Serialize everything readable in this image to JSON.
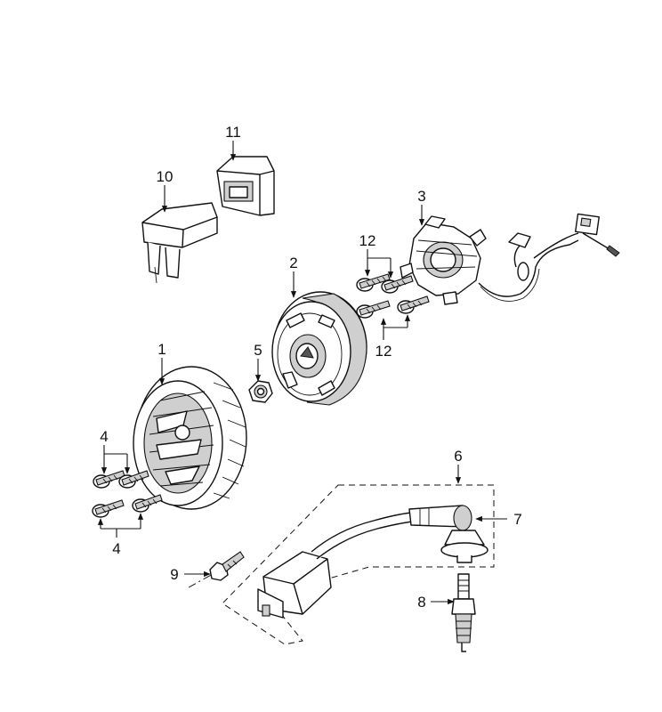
{
  "diagram": {
    "callouts": [
      {
        "id": "c1",
        "label": "1"
      },
      {
        "id": "c2",
        "label": "2"
      },
      {
        "id": "c3",
        "label": "3"
      },
      {
        "id": "c4a",
        "label": "4"
      },
      {
        "id": "c4b",
        "label": "4"
      },
      {
        "id": "c5",
        "label": "5"
      },
      {
        "id": "c6",
        "label": "6"
      },
      {
        "id": "c7",
        "label": "7"
      },
      {
        "id": "c8",
        "label": "8"
      },
      {
        "id": "c9",
        "label": "9"
      },
      {
        "id": "c10",
        "label": "10"
      },
      {
        "id": "c11",
        "label": "11"
      },
      {
        "id": "c12a",
        "label": "12"
      },
      {
        "id": "c12b",
        "label": "12"
      }
    ]
  }
}
